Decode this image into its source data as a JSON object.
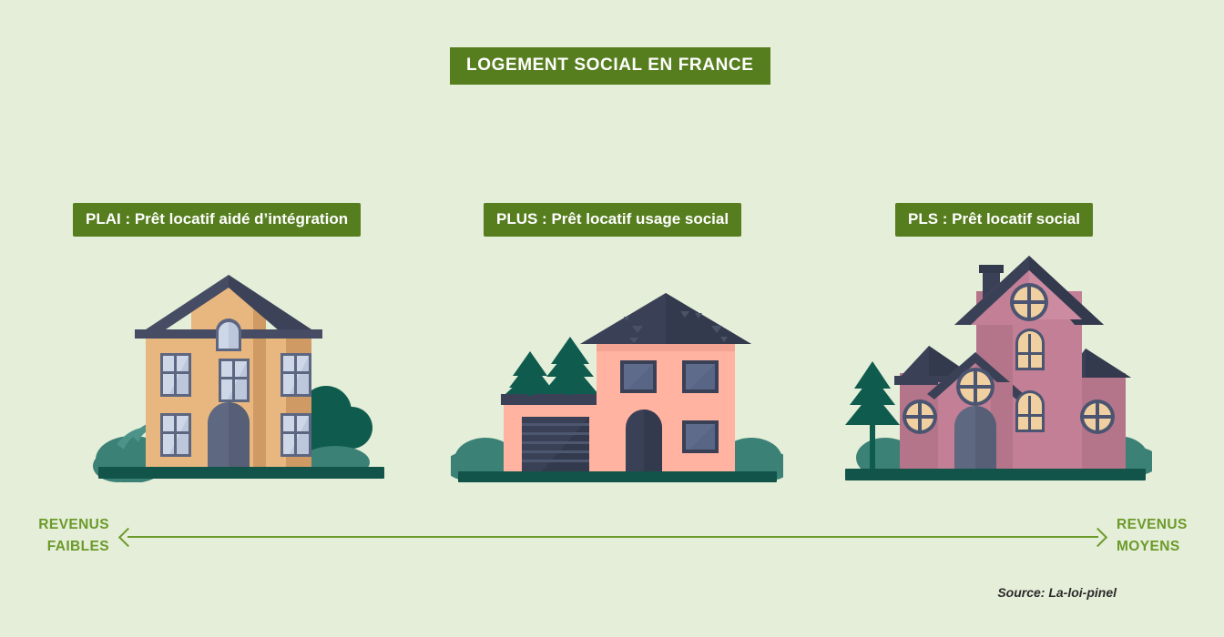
{
  "header": {
    "title": "LOGEMENT SOCIAL EN FRANCE"
  },
  "categories": [
    {
      "id": "plai",
      "label": "PLAI : Prêt locatif aidé d’intégration",
      "house": {
        "style": "tan-two-story-gable",
        "wall_color": "#e8b77f",
        "wall_shade_color": "#cf9a63",
        "roof_color": "#454c63",
        "roof_shade_color": "#3c4358",
        "window_color": "#ced7e8",
        "window_frame_color": "#5d6681",
        "door_color": "#5e6880",
        "tree_color": "#0f5c4f",
        "bush_color": "#3c8175",
        "ground_color": "#125449"
      }
    },
    {
      "id": "plus",
      "label": "PLUS : Prêt locatif usage social",
      "house": {
        "style": "salmon-two-story-garage",
        "wall_color": "#ffb3a0",
        "wall_shade_color": "#f3a493",
        "roof_color": "#3a4157",
        "roof_shade_color": "#333a4e",
        "window_color": "#5e6b8a",
        "window_frame_color": "#3a4157",
        "door_color": "#3a4157",
        "tree_color": "#0f5c4f",
        "bush_color": "#3c8175",
        "ground_color": "#125449"
      }
    },
    {
      "id": "pls",
      "label": "PLS : Prêt locatif social",
      "house": {
        "style": "mauve-victorian-gables",
        "wall_color": "#c27f96",
        "wall_shade_color": "#b4748a",
        "wall_light_color": "#cc8ba1",
        "roof_color": "#3a4157",
        "roof_shade_color": "#333a4e",
        "window_color": "#f0cfa0",
        "window_frame_color": "#4b5470",
        "door_color": "#5e6880",
        "tree_color": "#0f5c4f",
        "bush_color": "#3c8175",
        "ground_color": "#125449"
      }
    }
  ],
  "axis": {
    "left_label": "REVENUS\nFAIBLES",
    "left_label_line1": "REVENUS",
    "left_label_line2": "FAIBLES",
    "right_label_line1": "REVENUS",
    "right_label_line2": "MOYENS",
    "arrow_color": "#6b9a2a"
  },
  "footer": {
    "source": "Source: La-loi-pinel"
  },
  "theme": {
    "background": "#e5eed8",
    "badge_green": "#567d1e",
    "badge_text": "#ffffff",
    "axis_green": "#6b9a2a"
  }
}
